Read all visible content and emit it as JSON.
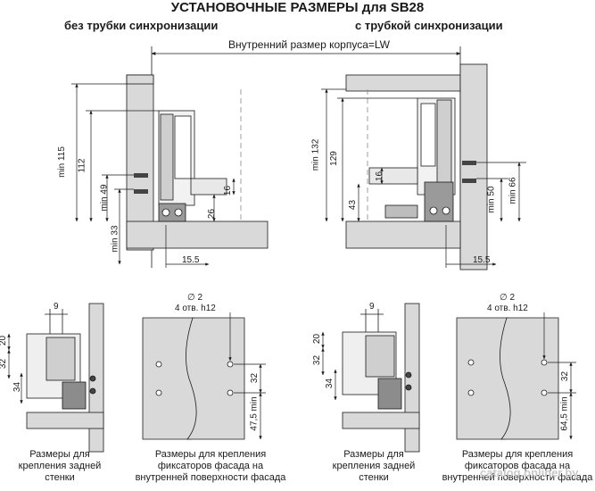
{
  "title": "УСТАНОВОЧНЫЕ РАЗМЕРЫ для SB28",
  "left_section": {
    "title": "без трубки синхронизации",
    "dims": {
      "min115": "min 115",
      "d112": "112",
      "min49": "min 49",
      "min33": "min 33",
      "d16": "16",
      "d26": "26",
      "d15_5": "15.5"
    }
  },
  "right_section": {
    "title": "с трубкой синхронизации",
    "dims": {
      "min132": "min 132",
      "d129": "129",
      "d43": "43",
      "d16": "16",
      "min50": "min 50",
      "min66": "min 66",
      "d15_5": "15.5"
    }
  },
  "inner_width_label": "Внутренний размер корпуса=LW",
  "bottom_left": {
    "rear": {
      "d9": "9",
      "d20": "20",
      "d32": "32",
      "d34": "34"
    },
    "front": {
      "diam": "∅ 2",
      "holes": "4 отв. h12",
      "d32": "32",
      "min": "47,5 min"
    }
  },
  "bottom_right": {
    "rear": {
      "d9": "9",
      "d20": "20",
      "d32": "32",
      "d34": "34"
    },
    "front": {
      "diam": "∅ 2",
      "holes": "4 отв. h12",
      "d32": "32",
      "min": "64,5 min"
    }
  },
  "captions": {
    "rear_mount": "Размеры для крепления задней стенки",
    "front_mount": "Размеры для крепления фиксаторов фасада на внутренней поверхности фасада"
  },
  "watermark": "catalog.onliner.by",
  "colors": {
    "panel": "#d9d9d9",
    "line": "#1a1a1a",
    "dark": "#555555"
  }
}
